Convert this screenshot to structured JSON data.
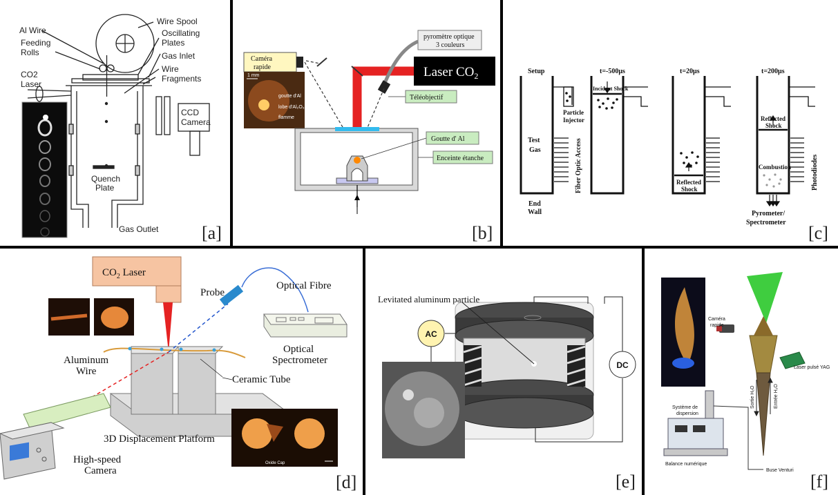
{
  "panels": {
    "a": {
      "tag": "[a]",
      "labels": {
        "al_wire": "Al Wire",
        "feeding_rolls_1": "Feeding",
        "feeding_rolls_2": "Rolls",
        "co2_laser_1": "CO2",
        "co2_laser_2": "Laser",
        "wire_spool": "Wire Spool",
        "oscillating_1": "Oscillating",
        "oscillating_2": "Plates",
        "gas_inlet": "Gas Inlet",
        "wire_1": "Wire",
        "wire_2": "Fragments",
        "ccd_1": "CCD",
        "ccd_2": "Camera",
        "quench_1": "Quench",
        "quench_2": "Plate",
        "gas_outlet": "Gas Outlet"
      }
    },
    "b": {
      "tag": "[b]",
      "labels": {
        "camera_1": "Caméra",
        "camera_2": "rapide",
        "pyro_1": "pyromètre optique",
        "pyro_2": "3 couleurs",
        "laser_main": "Laser CO",
        "laser_sub": "2",
        "teleobj": "Téléobjectif",
        "goutte": "Goutte d' Al",
        "enceinte": "Enceinte étanche",
        "inset_goutte": "goutte d'Al",
        "inset_lobe": "lobe d'Al₂O₃",
        "inset_flamme": "flamme",
        "inset_scale": "1 mm"
      }
    },
    "c": {
      "tag": "[c]",
      "labels": {
        "setup": "Setup",
        "t1": "t=-500μs",
        "t2": "t=20μs",
        "t3": "t=200μs",
        "particle_1": "Particle",
        "particle_2": "Injector",
        "incident": "Incident Shock",
        "test_1": "Test",
        "test_2": "Gas",
        "fiber": "Fiber Optic Access",
        "end_1": "End",
        "end_2": "Wall",
        "reflected_1": "Reflected",
        "reflected_2": "Shock",
        "combustion": "Combustion",
        "pyro_1": "Pyrometer/",
        "pyro_2": "Spectrometer",
        "photodiodes": "Photodiodes"
      }
    },
    "d": {
      "tag": "[d]",
      "labels": {
        "laser_a": "CO",
        "laser_sub": "2",
        "laser_b": " Laser",
        "probe": "Probe",
        "fibre": "Optical Fibre",
        "al_1": "Aluminum",
        "al_2": "Wire",
        "spec_1": "Optical",
        "spec_2": "Spectrometer",
        "ceramic": "Ceramic Tube",
        "platform": "3D Displacement Platform",
        "hs_1": "High-speed",
        "hs_2": "Camera",
        "oxide": "Oxide Cap"
      }
    },
    "e": {
      "tag": "[e]",
      "labels": {
        "levitated": "Levitated aluminum particle",
        "ac": "AC",
        "dc": "DC"
      }
    },
    "f": {
      "tag": "[f]",
      "labels": {
        "camera_1": "Caméra",
        "camera_2": "rapide",
        "laser": "Laser pulsé YAG",
        "sortie": "Sortie H₂O",
        "entree": "Entrée H₂O",
        "systeme_1": "Système de",
        "systeme_2": "dispersion",
        "balance": "Balance numérique",
        "buse": "Buse Venturi"
      }
    }
  }
}
